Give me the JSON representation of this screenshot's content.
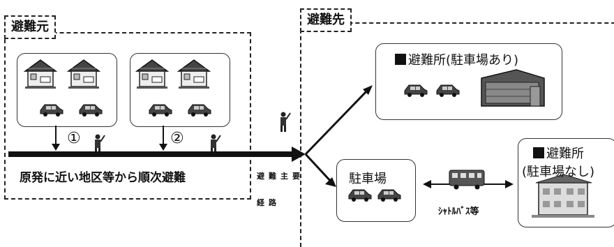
{
  "origin": {
    "title": "避難元",
    "step1": "①",
    "step2": "②",
    "caption": "原発に近い地区等から順次避難"
  },
  "destination": {
    "title": "避難先",
    "shelter_parking": "避難所(駐車場あり)",
    "parking_lot": "駐車場",
    "shelter_no_parking_line1": "避難所",
    "shelter_no_parking_line2": "(駐車場なし)",
    "shuttle": "ｼｬﾄﾙﾊﾞｽ等"
  },
  "route": {
    "line1": "避難主要",
    "line2": "経路"
  }
}
